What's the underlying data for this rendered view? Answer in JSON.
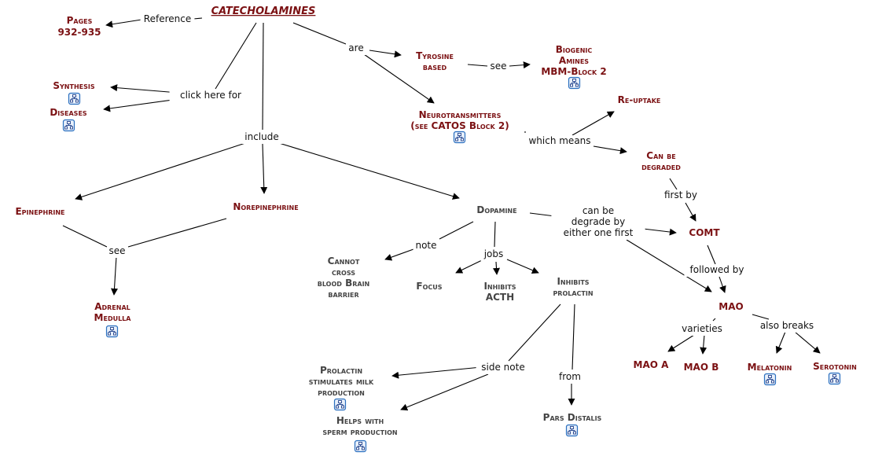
{
  "title": "CATECHOLAMINES",
  "colors": {
    "concept": "#7b1113",
    "concept_gray": "#444444",
    "link": "#111111",
    "icon_border": "#2a6fbf",
    "icon_fill": "#e8f0fb"
  },
  "concepts": {
    "root": "CATECHOLAMINES",
    "pages": [
      "Pages",
      "932-935"
    ],
    "synthesis": [
      "Synthesis"
    ],
    "diseases": [
      "Diseases"
    ],
    "tyrosine": [
      "Tyrosine",
      "based"
    ],
    "biogenic": [
      "Biogenic",
      "Amines",
      "MBM-Block 2"
    ],
    "neuro": [
      "Neurotransmitters",
      "(see CATOS Block 2)"
    ],
    "reuptake": [
      "Re-uptake"
    ],
    "degraded": [
      "Can be",
      "degraded"
    ],
    "epinephrine": [
      "Epinephrine"
    ],
    "norepinephrine": [
      "Norepinephrine"
    ],
    "dopamine": [
      "Dopamine"
    ],
    "comt": [
      "COMT"
    ],
    "adrenal": [
      "Adrenal",
      "Medulla"
    ],
    "cannot": [
      "Cannot",
      "cross",
      "blood Brain",
      "barrier"
    ],
    "focus": [
      "Focus"
    ],
    "acth": [
      "Inhibits",
      "ACTH"
    ],
    "prolactin": [
      "Inhibits",
      "prolactin"
    ],
    "mao": [
      "MAO"
    ],
    "maoa": [
      "MAO A"
    ],
    "maob": [
      "MAO B"
    ],
    "melatonin": [
      "Melatonin"
    ],
    "serotonin": [
      "Serotonin"
    ],
    "milk": [
      "Prolactin",
      "stimulates milk",
      "production"
    ],
    "sperm": [
      "Helps with",
      "sperm production"
    ],
    "pars": [
      "Pars Distalis"
    ]
  },
  "links": {
    "reference": [
      "Reference"
    ],
    "clickhere": [
      "click here for"
    ],
    "are": [
      "are"
    ],
    "see1": [
      "see"
    ],
    "include": [
      "include"
    ],
    "whichmeans": [
      "which means"
    ],
    "firstby": [
      "first by"
    ],
    "see2": [
      "see"
    ],
    "canbe": [
      "can be",
      "degrade by",
      "either one first"
    ],
    "note": [
      "note"
    ],
    "jobs": [
      "jobs"
    ],
    "followedby": [
      "followed by"
    ],
    "varieties": [
      "varieties"
    ],
    "alsobreaks": [
      "also breaks"
    ],
    "sidenote": [
      "side note"
    ],
    "from": [
      "from"
    ]
  },
  "icons": {
    "synthesis": "concept-map-link-icon",
    "diseases": "concept-map-link-icon",
    "biogenic": "concept-map-link-icon",
    "neuro": "concept-map-link-icon",
    "adrenal": "concept-map-link-icon",
    "melatonin": "concept-map-link-icon",
    "serotonin": "concept-map-link-icon",
    "milk": "concept-map-link-icon",
    "sperm": "concept-map-link-icon",
    "pars": "concept-map-link-icon"
  }
}
